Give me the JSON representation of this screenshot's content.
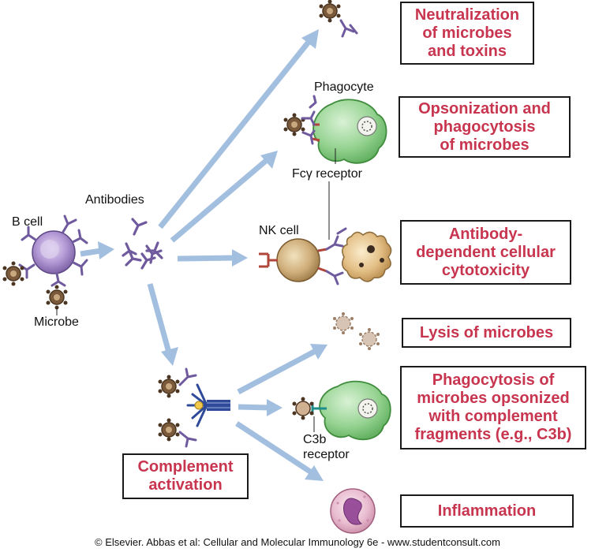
{
  "labels": {
    "b_cell": "B cell",
    "microbe": "Microbe",
    "antibodies": "Antibodies",
    "phagocyte": "Phagocyte",
    "fc_receptor": "Fcγ receptor",
    "nk_cell": "NK cell",
    "c3b_receptor_line1": "C3b",
    "c3b_receptor_line2": "receptor"
  },
  "outcomes": {
    "neutralization": "Neutralization\nof microbes\nand toxins",
    "opsonization": "Opsonization and\nphagocytosis\nof microbes",
    "adcc": "Antibody-\ndependent cellular\ncytotoxicity",
    "lysis": "Lysis of microbes",
    "complement_phagocytosis": "Phagocytosis of\nmicrobes opsonized\nwith complement\nfragments (e.g., C3b)",
    "inflammation": "Inflammation",
    "complement_activation": "Complement\nactivation"
  },
  "credit": "© Elsevier. Abbas et al: Cellular and Molecular Immunology 6e - www.studentconsult.com",
  "colors": {
    "arrow": "#a3bfe0",
    "outcome_text": "#c8354f",
    "antibody": "#6f5a9e",
    "b_cell": "#a98ccf",
    "phagocyte": "#8ed08e",
    "nk_cell": "#cfb07c",
    "microbe": "#7a5a3a",
    "inflammation_cell": "#e6b8cc"
  }
}
